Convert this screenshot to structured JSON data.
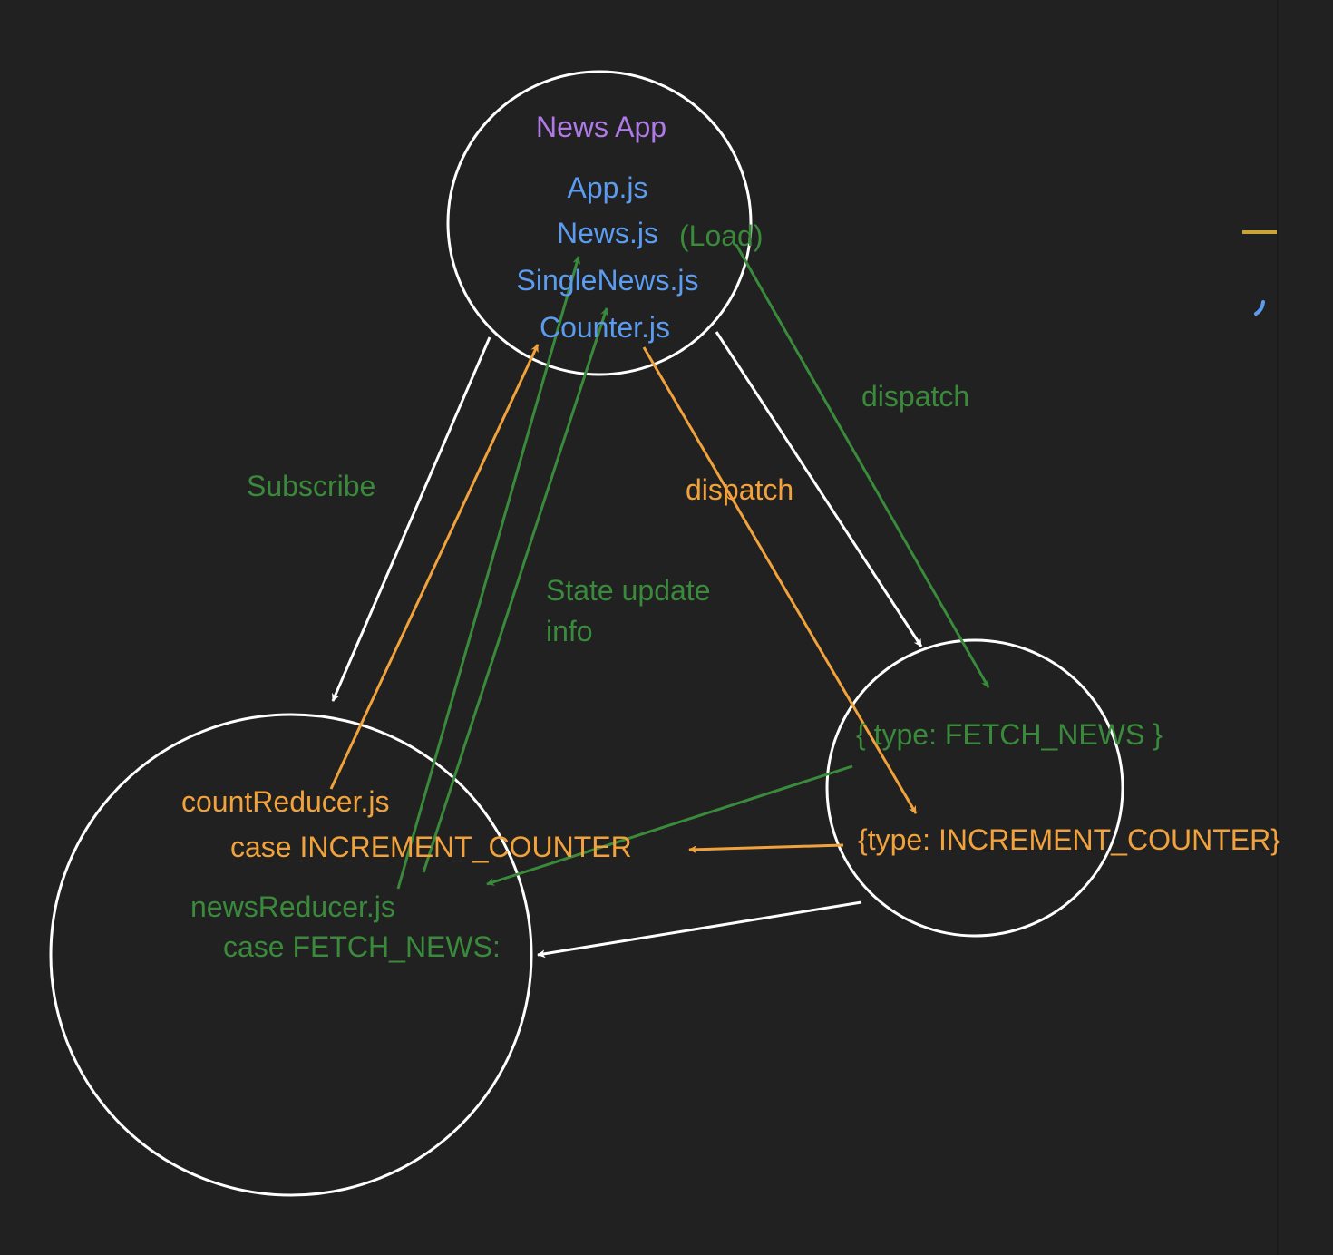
{
  "colors": {
    "background": "#212121",
    "white": "#ffffff",
    "green": "#3a8a3c",
    "orange": "#f2a23c",
    "blue": "#5b9cf0",
    "purple": "#b07ae6",
    "gold": "#c9a23a"
  },
  "nodes": {
    "app": {
      "title": "News App",
      "files": [
        "App.js",
        "News.js",
        "SingleNews.js",
        "Counter.js"
      ],
      "load_label": "(Load)"
    },
    "reducers": {
      "count_reducer": "countReducer.js",
      "count_case": "case INCREMENT_COUNTER",
      "news_reducer": "newsReducer.js",
      "news_case": "case FETCH_NEWS:"
    },
    "actions": {
      "fetch_news": "{ type: FETCH_NEWS }",
      "increment_counter": "{type: INCREMENT_COUNTER}"
    }
  },
  "edge_labels": {
    "subscribe": "Subscribe",
    "dispatch_green": "dispatch",
    "dispatch_orange": "dispatch",
    "state_update_line1": "State update",
    "state_update_line2": "info"
  }
}
